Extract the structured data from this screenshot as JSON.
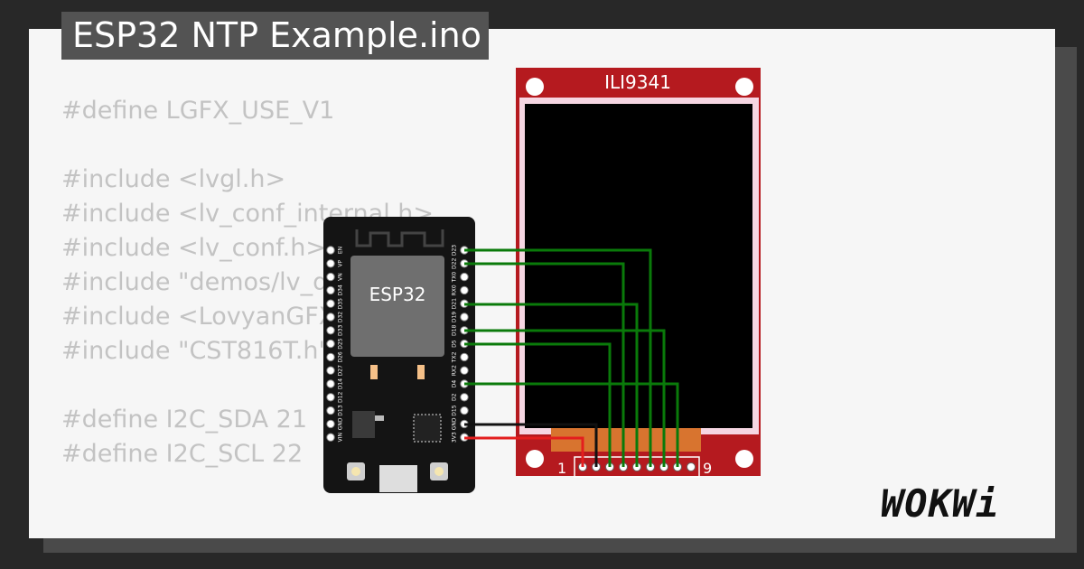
{
  "project": {
    "title": "ESP32 NTP Example.ino"
  },
  "code_lines": [
    "#define LGFX_USE_V1",
    "",
    "#include <lvgl.h>",
    "#include <lv_conf_internal.h>",
    "#include <lv_conf.h>",
    "#include \"demos/lv_demos.h\"",
    "#include <LovyanGFX.hpp>",
    "#include \"CST816T.h\"",
    "",
    "#define I2C_SDA 21",
    "#define I2C_SCL 22"
  ],
  "board": {
    "chip_label": "ESP32",
    "left_pins": [
      "EN",
      "VP",
      "VN",
      "D34",
      "D35",
      "D32",
      "D33",
      "D25",
      "D26",
      "D27",
      "D14",
      "D12",
      "D13",
      "GND",
      "VIN"
    ],
    "right_pins": [
      "D23",
      "D22",
      "TX0",
      "RX0",
      "D21",
      "D19",
      "D18",
      "D5",
      "TX2",
      "RX2",
      "D4",
      "D2",
      "D15",
      "GND",
      "3V3"
    ]
  },
  "display": {
    "label": "ILI9341",
    "pin_first": "1",
    "pin_last": "9"
  },
  "brand": {
    "logo_text": "WOKWi"
  },
  "colors": {
    "background": "#282828",
    "card": "#f6f6f6",
    "title_bg": "#535353",
    "display_pcb": "#b51a1f",
    "wire_green": "#0a7a0a",
    "wire_red": "#e31e1e",
    "wire_black": "#111111"
  }
}
